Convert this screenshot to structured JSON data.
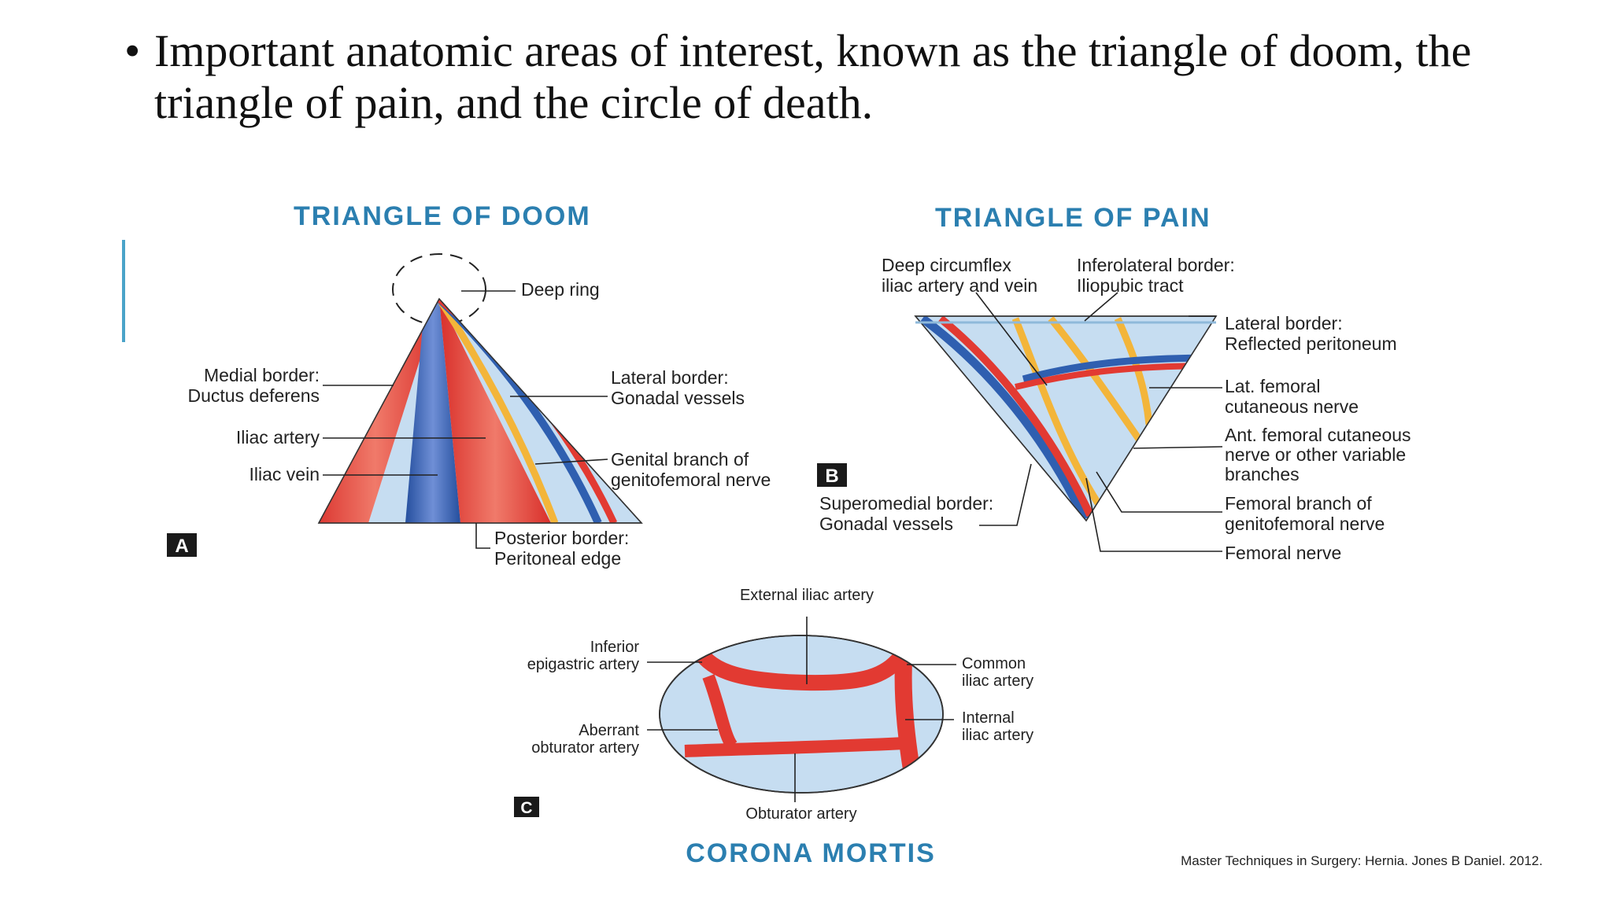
{
  "slide": {
    "bullet_symbol": "•",
    "bullet_text": "Important anatomic areas of interest, known as the triangle of doom, the triangle of pain, and the circle of death."
  },
  "panel_a": {
    "title": "TRIANGLE OF DOOM",
    "badge": "A",
    "deep_ring": "Deep ring",
    "medial_border_1": "Medial border:",
    "medial_border_2": "Ductus deferens",
    "iliac_artery": "Iliac artery",
    "iliac_vein": "Iliac vein",
    "lateral_border_1": "Lateral border:",
    "lateral_border_2": "Gonadal vessels",
    "genital_branch_1": "Genital branch of",
    "genital_branch_2": "genitofemoral nerve",
    "posterior_border_1": "Posterior border:",
    "posterior_border_2": "Peritoneal edge"
  },
  "panel_b": {
    "title": "TRIANGLE OF PAIN",
    "badge": "B",
    "deep_circumflex_1": "Deep circumflex",
    "deep_circumflex_2": "iliac artery and vein",
    "inferolateral_1": "Inferolateral border:",
    "inferolateral_2": "Iliopubic tract",
    "lateral_border_1": "Lateral border:",
    "lateral_border_2": "Reflected peritoneum",
    "lat_femoral_1": "Lat. femoral",
    "lat_femoral_2": "cutaneous nerve",
    "ant_femoral_1": "Ant. femoral cutaneous",
    "ant_femoral_2": "nerve or other variable",
    "ant_femoral_3": "branches",
    "superomedial_1": "Superomedial border:",
    "superomedial_2": "Gonadal vessels",
    "femoral_branch_1": "Femoral branch of",
    "femoral_branch_2": "genitofemoral nerve",
    "femoral_nerve": "Femoral nerve"
  },
  "panel_c": {
    "title": "CORONA MORTIS",
    "badge": "C",
    "external_iliac": "External iliac artery",
    "inferior_epigastric_1": "Inferior",
    "inferior_epigastric_2": "epigastric artery",
    "aberrant_obturator_1": "Aberrant",
    "aberrant_obturator_2": "obturator artery",
    "common_iliac_1": "Common",
    "common_iliac_2": "iliac artery",
    "internal_iliac_1": "Internal",
    "internal_iliac_2": "iliac artery",
    "obturator": "Obturator artery"
  },
  "citation": "Master Techniques in Surgery: Hernia. Jones B Daniel. 2012.",
  "colors": {
    "title": "#2b7fb0",
    "artery": "#e23a32",
    "vein": "#2f5fb0",
    "nerve": "#f3b53a",
    "background_field": "#c6ddf1",
    "accent_bar": "#4aa3c9"
  }
}
